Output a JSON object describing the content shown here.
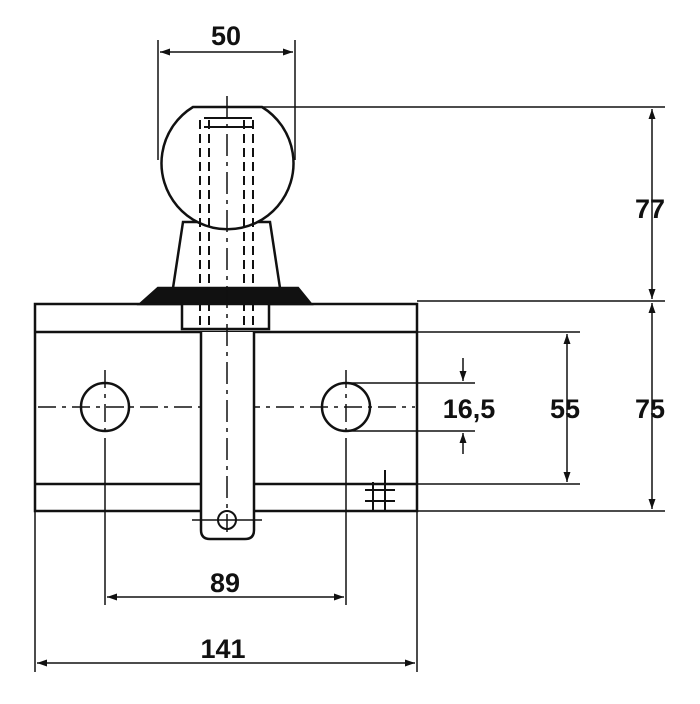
{
  "dimensions": {
    "ball_width": "50",
    "ball_height": "77",
    "block_height": "75",
    "hole_spacing_vertical": "55",
    "hole_diameter": "16,5",
    "hole_spacing_horizontal": "89",
    "block_width": "141"
  },
  "colors": {
    "line": "#111111",
    "background": "#ffffff"
  }
}
